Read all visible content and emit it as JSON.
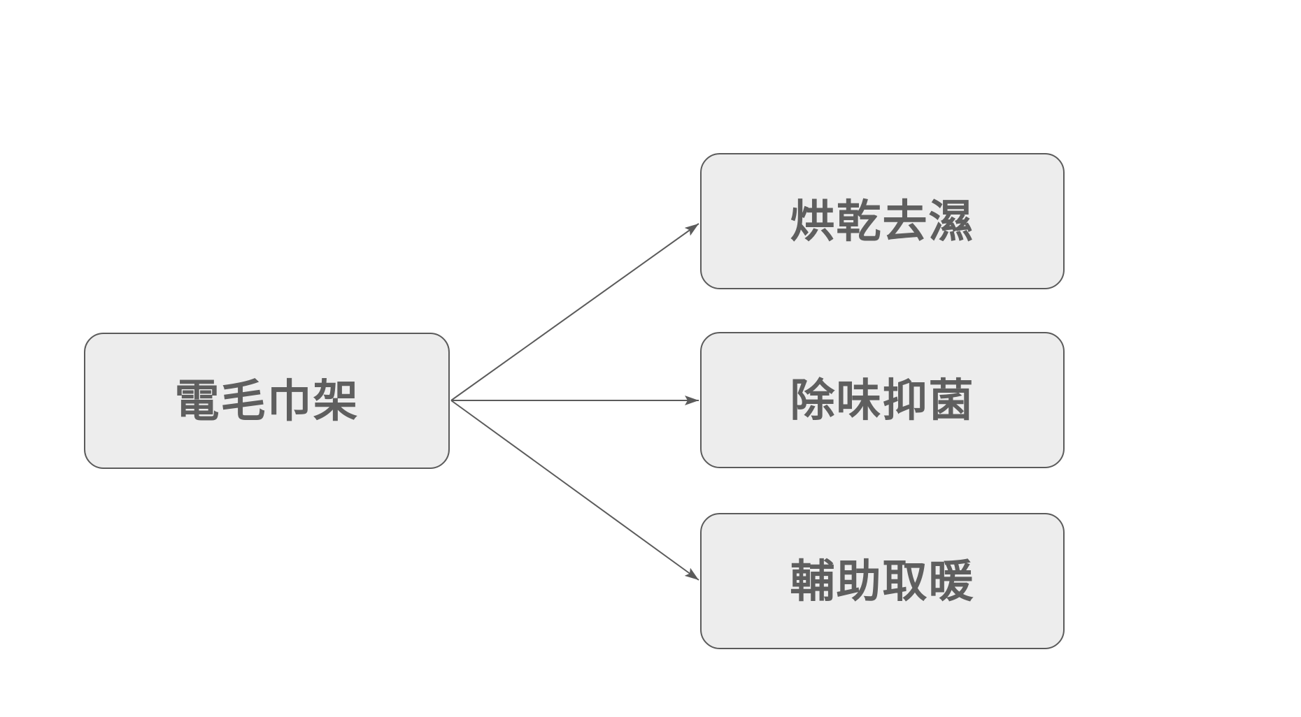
{
  "diagram": {
    "type": "mindmap-fanout",
    "root": {
      "label": "電毛巾架"
    },
    "children": [
      {
        "label": "烘乾去濕"
      },
      {
        "label": "除味抑菌"
      },
      {
        "label": "輔助取暖"
      }
    ]
  },
  "colors": {
    "canvas_background": "#ffffff",
    "node_fill": "#ededed",
    "node_border": "#5b5b5b",
    "node_text": "#5f5f5f",
    "arrow": "#5b5b5b"
  }
}
